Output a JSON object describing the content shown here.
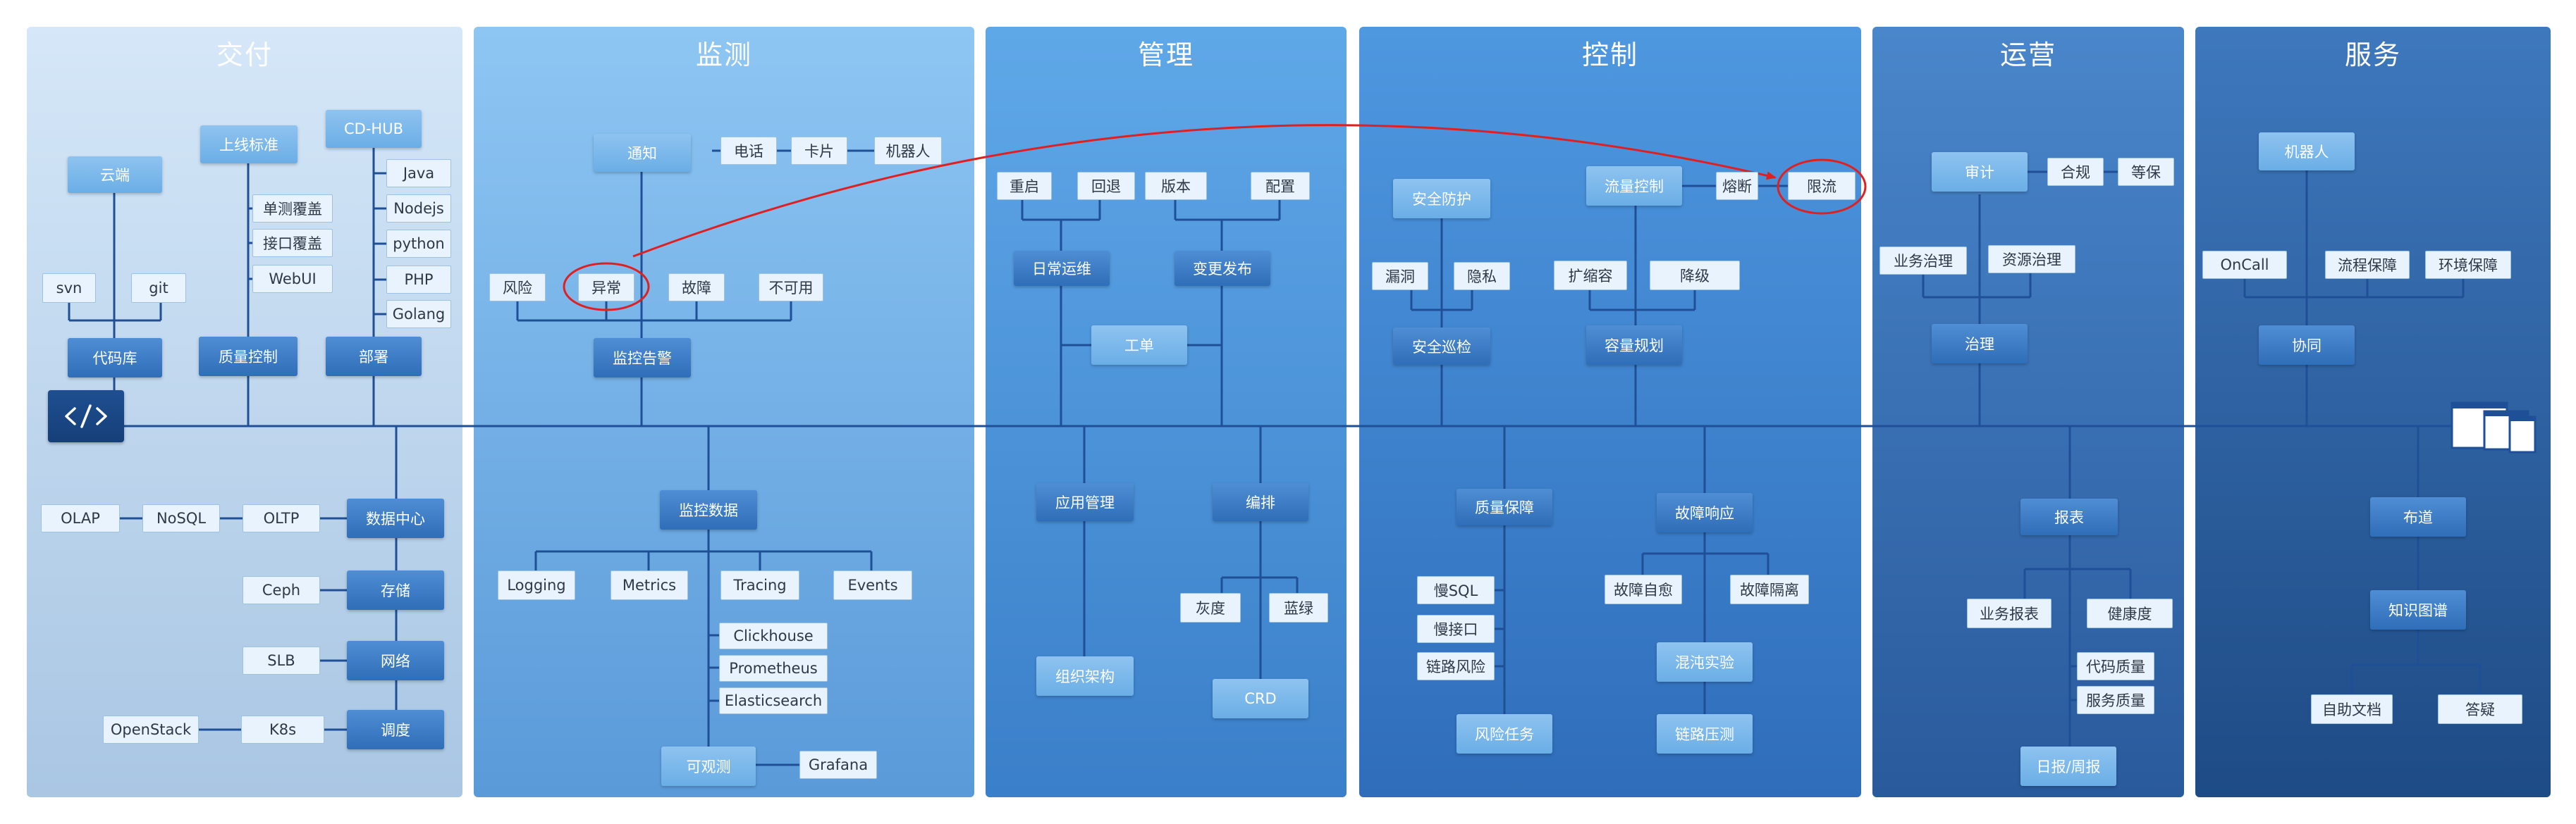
{
  "columns": [
    {
      "id": "jiaofu",
      "title": "交付",
      "color_top": "#d5e7f8",
      "color_bottom": "#a9c6e3"
    },
    {
      "id": "jiance",
      "title": "监测",
      "color_top": "#8ec6f3",
      "color_bottom": "#5a9ad9"
    },
    {
      "id": "guanli",
      "title": "管理",
      "color_top": "#5fa8e8",
      "color_bottom": "#3a7fc9"
    },
    {
      "id": "kongzhi",
      "title": "控制",
      "color_top": "#4e98e0",
      "color_bottom": "#2f6dba"
    },
    {
      "id": "yunying",
      "title": "运营",
      "color_top": "#4a86cb",
      "color_bottom": "#295a9c"
    },
    {
      "id": "fuwu",
      "title": "服务",
      "color_top": "#3e78bd",
      "color_bottom": "#1e4b85"
    }
  ],
  "nodes": {
    "jf_cloud": "云端",
    "jf_standard": "上线标准",
    "jf_cdhub": "CD-HUB",
    "jf_svn": "svn",
    "jf_git": "git",
    "jf_repo": "代码库",
    "jf_unit": "单测覆盖",
    "jf_api": "接口覆盖",
    "jf_webui": "WebUI",
    "jf_quality": "质量控制",
    "jf_java": "Java",
    "jf_nodejs": "Nodejs",
    "jf_python": "python",
    "jf_php": "PHP",
    "jf_golang": "Golang",
    "jf_deploy": "部署",
    "jf_olap": "OLAP",
    "jf_nosql": "NoSQL",
    "jf_oltp": "OLTP",
    "jf_dc": "数据中心",
    "jf_ceph": "Ceph",
    "jf_storage": "存储",
    "jf_slb": "SLB",
    "jf_network": "网络",
    "jf_openstack": "OpenStack",
    "jf_k8s": "K8s",
    "jf_schedule": "调度",
    "jc_notify": "通知",
    "jc_phone": "电话",
    "jc_card": "卡片",
    "jc_robot": "机器人",
    "jc_risk": "风险",
    "jc_abnormal": "异常",
    "jc_fault": "故障",
    "jc_unavailable": "不可用",
    "jc_alert": "监控告警",
    "jc_data": "监控数据",
    "jc_logging": "Logging",
    "jc_metrics": "Metrics",
    "jc_tracing": "Tracing",
    "jc_events": "Events",
    "jc_clickhouse": "Clickhouse",
    "jc_prometheus": "Prometheus",
    "jc_elastic": "Elasticsearch",
    "jc_observe": "可观测",
    "jc_grafana": "Grafana",
    "gl_restart": "重启",
    "gl_rollback": "回退",
    "gl_version": "版本",
    "gl_config": "配置",
    "gl_daily": "日常运维",
    "gl_release": "变更发布",
    "gl_ticket": "工单",
    "gl_app": "应用管理",
    "gl_orch": "编排",
    "gl_org": "组织架构",
    "gl_gray": "灰度",
    "gl_bluegreen": "蓝绿",
    "gl_crd": "CRD",
    "kz_security": "安全防护",
    "kz_traffic": "流量控制",
    "kz_fuse": "熔断",
    "kz_limit": "限流",
    "kz_vuln": "漏洞",
    "kz_privacy": "隐私",
    "kz_scale": "扩缩容",
    "kz_degrade": "降级",
    "kz_inspect": "安全巡检",
    "kz_capacity": "容量规划",
    "kz_qa": "质量保障",
    "kz_response": "故障响应",
    "kz_slowsql": "慢SQL",
    "kz_slowapi": "慢接口",
    "kz_linkrisk": "链路风险",
    "kz_selfheal": "故障自愈",
    "kz_isolate": "故障隔离",
    "kz_chaos": "混沌实验",
    "kz_risktask": "风险任务",
    "kz_stress": "链路压测",
    "yy_audit": "审计",
    "yy_compliance": "合规",
    "yy_protect": "等保",
    "yy_bizgov": "业务治理",
    "yy_resgov": "资源治理",
    "yy_gov": "治理",
    "yy_report": "报表",
    "yy_bizreport": "业务报表",
    "yy_health": "健康度",
    "yy_codeq": "代码质量",
    "yy_serviceq": "服务质量",
    "yy_daily": "日报/周报",
    "fw_robot": "机器人",
    "fw_oncall": "OnCall",
    "fw_process": "流程保障",
    "fw_env": "环境保障",
    "fw_collab": "协同",
    "fw_evangel": "布道",
    "fw_kg": "知识图谱",
    "fw_docs": "自助文档",
    "fw_qa": "答疑"
  },
  "icons": {
    "left": "code-icon",
    "right": "window-stack-icon"
  },
  "colors": {
    "line": "#1f4f96",
    "highlight": "#e02020"
  }
}
